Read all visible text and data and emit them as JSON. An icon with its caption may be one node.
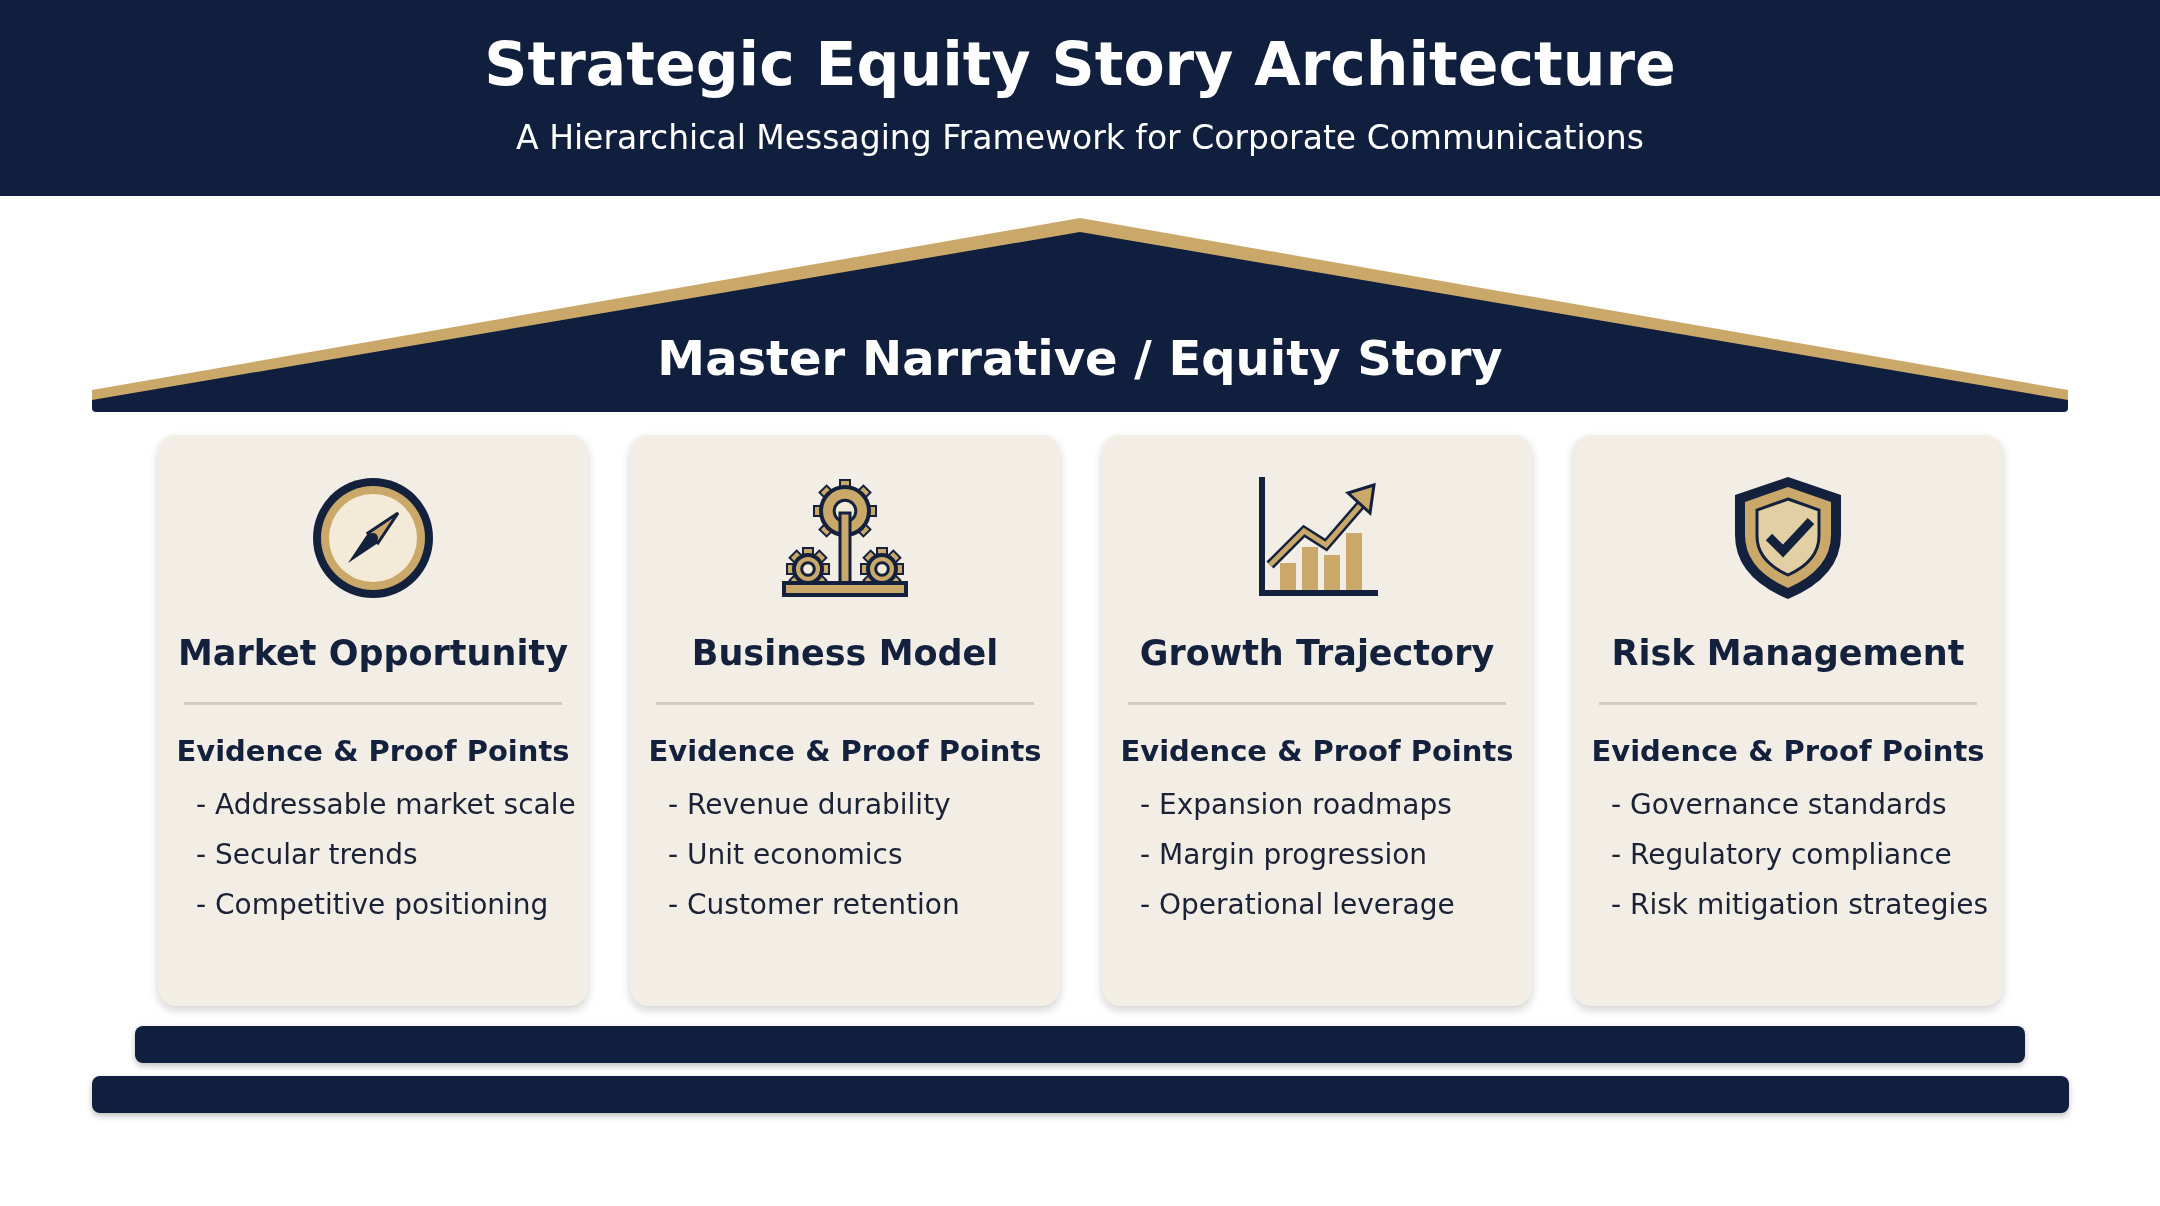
{
  "diagram": {
    "title": "Strategic Equity Story Architecture",
    "nodes": [
      {
        "text": [
          "Master Narrative / Equity Story"
        ]
      },
      {
        "text": [
          "Market Opportunity",
          "Evidence & Proof Points",
          "- Addressable market scale",
          "- Secular trends",
          "- Competitive positioning"
        ]
      },
      {
        "text": [
          "Business Model",
          "Evidence & Proof Points",
          "- Revenue durability",
          "- Unit economics",
          "- Customer retention"
        ]
      },
      {
        "text": [
          "Growth Trajectory",
          "Evidence & Proof Points",
          "- Expansion roadmaps",
          "- Margin progression",
          "- Operational leverage"
        ]
      },
      {
        "text": [
          "Risk Management",
          "Evidence & Proof Points",
          "- Governance standards",
          "- Regulatory compliance",
          "- Risk mitigation strategies"
        ]
      },
      {
        "text": [],
        "shape": "bar"
      },
      {
        "text": [],
        "shape": "bar"
      }
    ],
    "edges": [],
    "labels": [
      "A Hierarchical Messaging Framework for Corporate Communications"
    ]
  }
}
